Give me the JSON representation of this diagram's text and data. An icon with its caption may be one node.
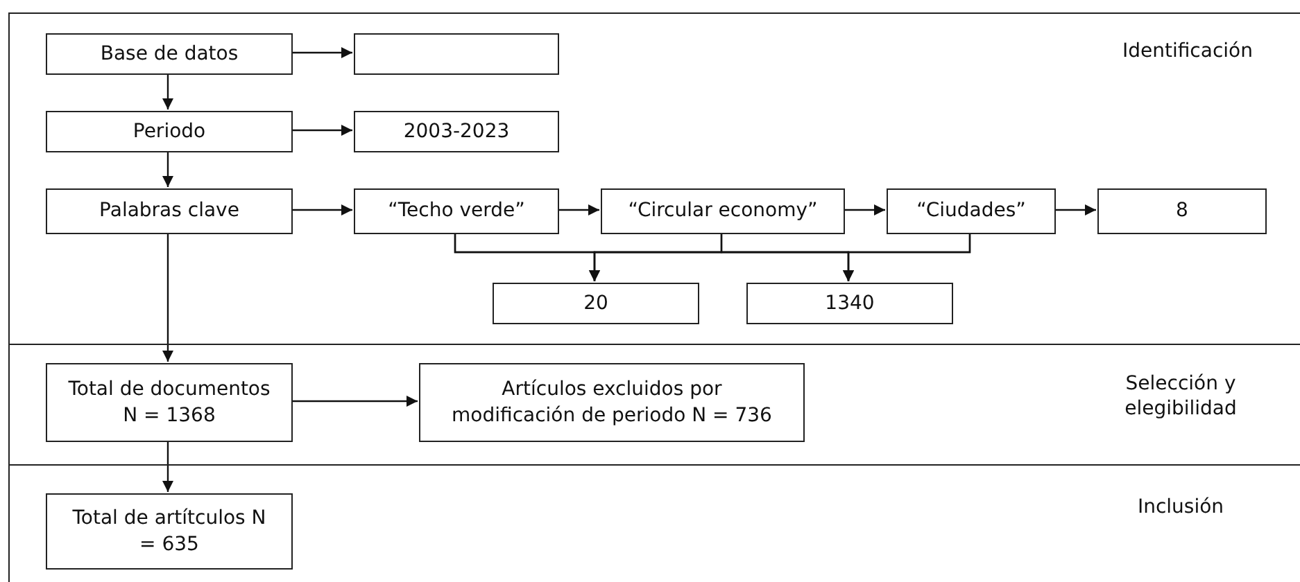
{
  "diagram": {
    "nodes": [
      {
        "text": [
          "Identificación"
        ]
      },
      {
        "text": [
          "Base de datos"
        ],
        "in": 0
      },
      {
        "text": [],
        "shape": "box",
        "in": 0
      },
      {
        "text": [
          "Periodo"
        ],
        "in": 0
      },
      {
        "text": [
          "2003-2023"
        ],
        "in": 0
      },
      {
        "text": [
          "Palabras clave"
        ],
        "in": 0
      },
      {
        "text": [
          "“Techo verde”"
        ],
        "in": 0
      },
      {
        "text": [
          "“Circular economy”"
        ],
        "in": 0
      },
      {
        "text": [
          "“Ciudades”"
        ],
        "in": 0
      },
      {
        "text": [
          "8"
        ],
        "in": 0
      },
      {
        "text": [
          "20"
        ],
        "in": 0
      },
      {
        "text": [
          "1340"
        ],
        "in": 0
      },
      {
        "text": [
          "Selección y elegibilidad"
        ]
      },
      {
        "text": [
          "Total de documentos N = 1368"
        ],
        "in": 12
      },
      {
        "text": [
          "Artículos excluidos por modificación de periodo N = 736"
        ],
        "in": 12
      },
      {
        "text": [
          "Inclusión"
        ]
      },
      {
        "text": [
          "Total de artítculos N = 635"
        ],
        "in": 15
      }
    ],
    "edges": [
      {
        "from": 1,
        "to": 2,
        "arrow": "to"
      },
      {
        "from": 1,
        "to": 3,
        "arrow": "to"
      },
      {
        "from": 3,
        "to": 4,
        "arrow": "to"
      },
      {
        "from": 3,
        "to": 5,
        "arrow": "to"
      },
      {
        "from": 5,
        "to": 6,
        "arrow": "to"
      },
      {
        "from": 6,
        "to": 7,
        "arrow": "to"
      },
      {
        "from": 7,
        "to": 8,
        "arrow": "to"
      },
      {
        "from": 8,
        "to": 9,
        "arrow": "to"
      },
      {
        "from": 6,
        "to": 10,
        "arrow": "to"
      },
      {
        "from": 7,
        "to": 10,
        "arrow": "to"
      },
      {
        "from": 8,
        "to": 10,
        "arrow": "to"
      },
      {
        "from": 6,
        "to": 11,
        "arrow": "to"
      },
      {
        "from": 7,
        "to": 11,
        "arrow": "to"
      },
      {
        "from": 8,
        "to": 11,
        "arrow": "to"
      },
      {
        "from": 5,
        "to": 13,
        "arrow": "to"
      },
      {
        "from": 13,
        "to": 14,
        "arrow": "to"
      },
      {
        "from": 13,
        "to": 16,
        "arrow": "to"
      }
    ]
  }
}
